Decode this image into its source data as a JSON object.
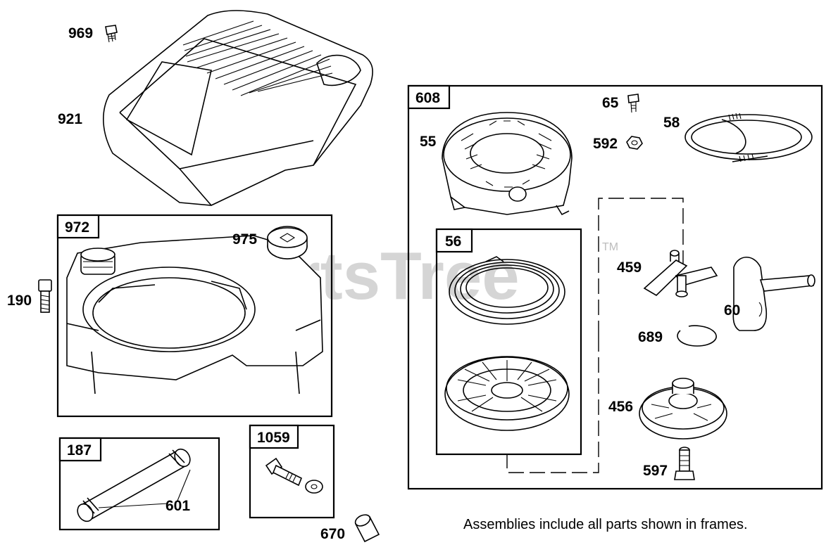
{
  "watermark": {
    "text": "PartsTree",
    "trademark": "TM"
  },
  "footnote": "Assemblies include all parts shown in frames.",
  "frames": {
    "f972": "972",
    "f187": "187",
    "f1059": "1059",
    "f608": "608",
    "f56": "56"
  },
  "labels": {
    "p969": "969",
    "p921": "921",
    "p975": "975",
    "p190": "190",
    "p601": "601",
    "p670": "670",
    "p55": "55",
    "p65": "65",
    "p592": "592",
    "p58": "58",
    "p459": "459",
    "p60": "60",
    "p689": "689",
    "p456": "456",
    "p597": "597"
  }
}
